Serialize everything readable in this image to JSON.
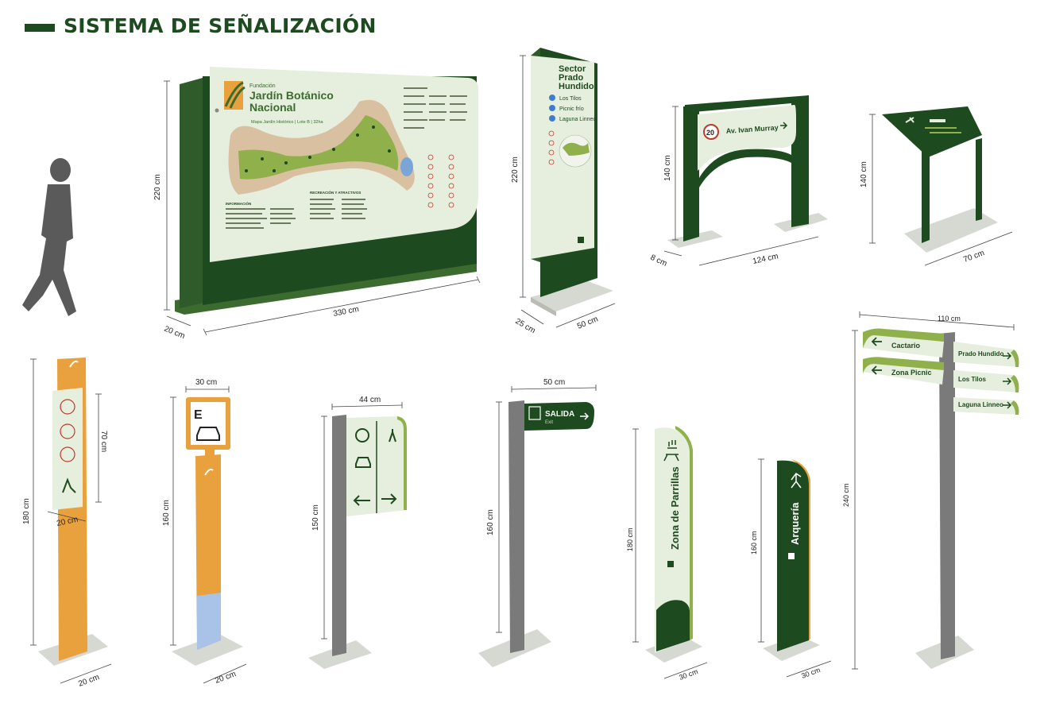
{
  "page": {
    "title": "SISTEMA DE SEÑALIZACIÓN"
  },
  "colors": {
    "dark_green": "#1e4a1f",
    "mid_green": "#3b6b2f",
    "light_green_panel": "#e6efdd",
    "lime_accent": "#8fb04a",
    "orange": "#e8a13d",
    "grey_post": "#7a7a7a",
    "base_grey": "#d6d9d2",
    "light_blue": "#a9c3e8",
    "silhouette": "#555555"
  },
  "main_sign": {
    "org_small": "Fundación",
    "org_name_1": "Jardín Botánico",
    "org_name_2": "Nacional",
    "map_caption": "Mapa Jardín Histórico | Lote B | 32ha",
    "info_heading": "INFORMACIÓN",
    "recreation_heading": "RECREACIÓN Y ATRACTIVOS",
    "dim_height": "220 cm",
    "dim_width": "330 cm",
    "dim_depth": "20 cm"
  },
  "totem_sign": {
    "title_1": "Sector",
    "title_2": "Prado",
    "title_3": "Hundido",
    "dest_1": "Los Tilos",
    "dest_2": "Picnic frío",
    "dest_3": "Laguna Linneo",
    "dim_height": "220 cm",
    "dim_depth": "25 cm",
    "dim_width": "50 cm"
  },
  "arch_sign": {
    "speed": "20",
    "street": "Av. Ivan Murray",
    "dim_height": "140 cm",
    "dim_width": "124 cm",
    "dim_depth": "8 cm"
  },
  "lectern_sign": {
    "dim_height": "140 cm",
    "dim_width": "70 cm"
  },
  "rules_post": {
    "dim_height": "180 cm",
    "dim_panel_height": "70 cm",
    "dim_panel_width": "20 cm",
    "dim_base": "20 cm"
  },
  "parking_post": {
    "letter": "E",
    "dim_top": "30 cm",
    "dim_height": "160 cm",
    "dim_base": "20 cm"
  },
  "mode_sign": {
    "dim_width": "44 cm",
    "dim_height": "150 cm"
  },
  "exit_sign": {
    "label": "SALIDA",
    "sublabel": "Exit",
    "dim_width": "50 cm",
    "dim_height": "160 cm"
  },
  "grill_totem": {
    "label": "Zona de Parrillas",
    "dim_height": "180 cm",
    "dim_base": "30 cm"
  },
  "archery_totem": {
    "label": "Arquería",
    "dim_height": "160 cm",
    "dim_base": "30 cm"
  },
  "fingerpost": {
    "left_1": "Cactario",
    "left_2": "Zona Picnic",
    "right_1": "Prado Hundido",
    "right_2": "Los Tilos",
    "right_3": "Laguna Linneo",
    "dim_width": "110 cm",
    "dim_height": "240 cm"
  }
}
